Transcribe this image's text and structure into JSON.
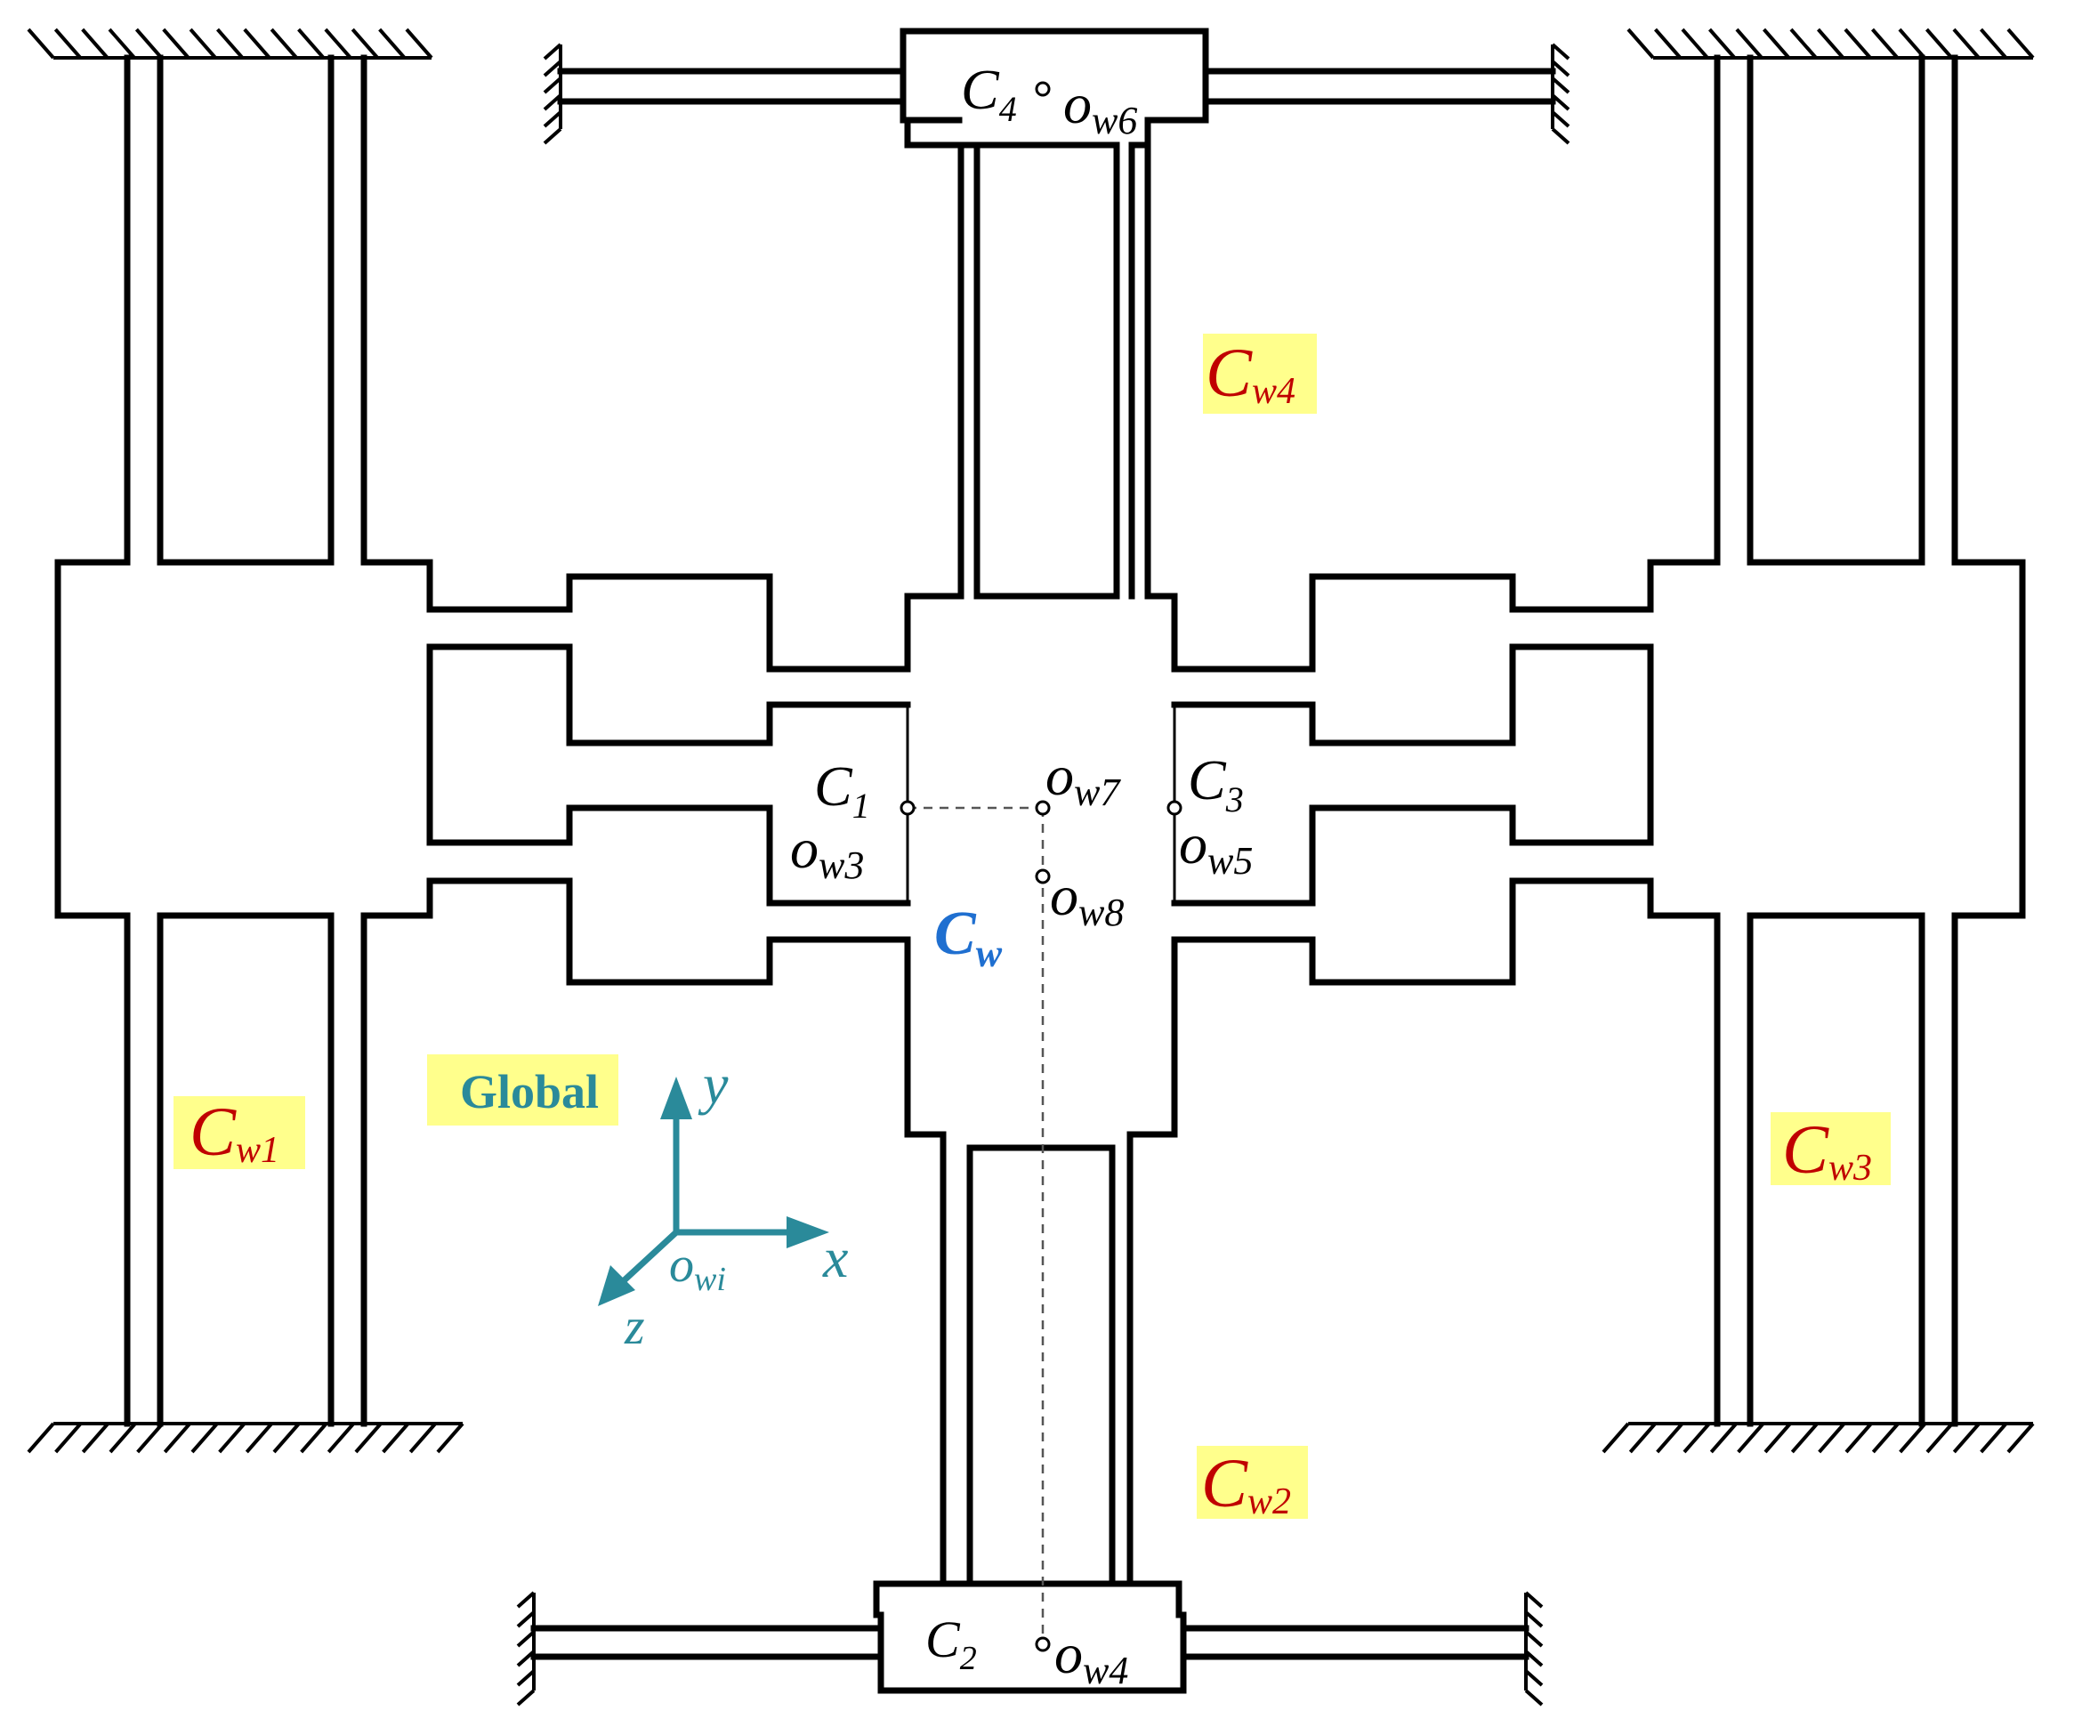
{
  "labels": {
    "c4": {
      "main": "C",
      "sub": "4"
    },
    "ow6": {
      "main": "o",
      "sub": "w6"
    },
    "c1": {
      "main": "C",
      "sub": "1"
    },
    "ow3": {
      "main": "o",
      "sub": "w3"
    },
    "ow7": {
      "main": "o",
      "sub": "w7"
    },
    "c3": {
      "main": "C",
      "sub": "3"
    },
    "ow5": {
      "main": "o",
      "sub": "w5"
    },
    "ow8": {
      "main": "o",
      "sub": "w8"
    },
    "c2": {
      "main": "C",
      "sub": "2"
    },
    "ow4": {
      "main": "o",
      "sub": "w4"
    },
    "cw": {
      "main": "C",
      "sub": "w"
    }
  },
  "highlights": {
    "cw1": {
      "main": "C",
      "sub": "w1"
    },
    "cw2": {
      "main": "C",
      "sub": "w2"
    },
    "cw3": {
      "main": "C",
      "sub": "w3"
    },
    "cw4": {
      "main": "C",
      "sub": "w4"
    }
  },
  "frame": {
    "name": "Global",
    "axis_x": "x",
    "axis_y": "y",
    "axis_z": "z",
    "origin": {
      "main": "o",
      "sub": "wi"
    }
  },
  "colors": {
    "structure": "#000000",
    "highlight": "#ffff8c",
    "module_label": "#c00000",
    "center_label": "#1f6fd0",
    "axes": "#2a8a9a"
  }
}
